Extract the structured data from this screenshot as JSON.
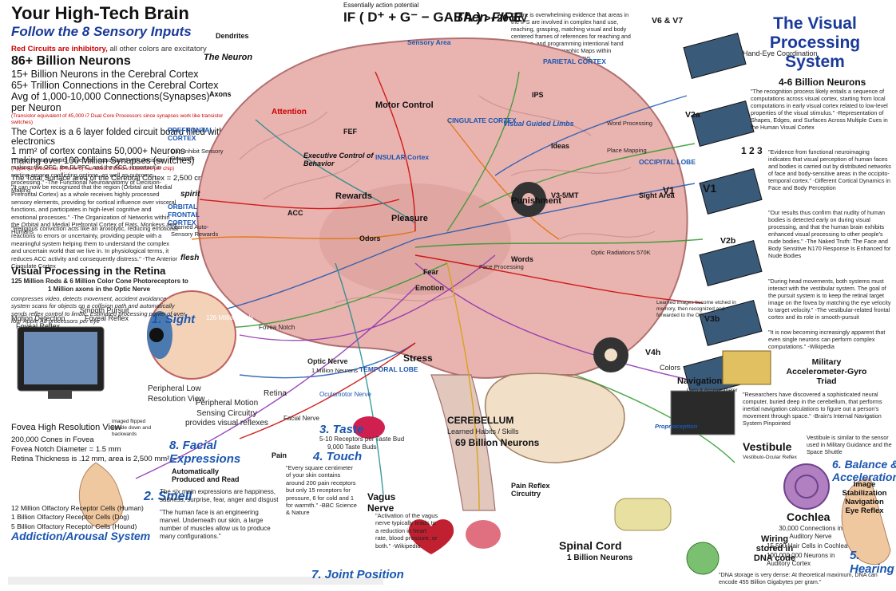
{
  "header": {
    "title": "Your High-Tech Brain",
    "subtitle": "Follow the 8 Sensory Inputs",
    "circuits_note_red": "Red Circuits are inhibitory,",
    "circuits_note_rest": " all other colors are excitatory",
    "neurons_total": "86+ Billion Neurons",
    "cortex_neurons": "15+ Billion Neurons in the Cerebral Cortex",
    "connections": "65+ Trillion Connections in the Cerebral Cortex",
    "avg_connections": "Avg of 1,000-10,000 Connections(Synapses) per Neuron",
    "transistor_note": "(Transistor equivalent of 45,000 i7 Dual Core Processors since synapses work like transistor switches)",
    "cortex_layers": "The Cortex is a 6 layer folded circuit board filled with electronics",
    "cortex_mm": "1 mm² of cortex contains 50,000+ Neurons",
    "synapses_line": "making over 100 Million Synapses (switches)",
    "apple_note": "(Apple A8 processor (iPhone 6) has about 2 Billion transistors per chip)",
    "surface_area": "The Total Surface area of the Cerebral Cortex = 2,500 cm"
  },
  "equation": {
    "prefix": "IF",
    "formula": "( D⁺ + G⁻ − GABA )",
    "result": ">+20 mV",
    "then": "Then FIRE",
    "essentially": "Essentially action potential"
  },
  "left_quotes": {
    "prefrontal_quote": "\"Three frontal circuits have been associated with decision making: the OFC, the DLPFC, and the ACC, important in sorting among conflicting options, as well as outcome-processing.\" -The Functional Neuroanatomy of Decision-Making",
    "orbital_quote": "\"It can now be recognized that the region (Orbital and Medial Prefrontal Cortex) as a whole receives highly processed sensory elements, providing for cortical influence over visceral functions, and participates in high-level cognitive and emotional processes.\" -The Organization of Networks within the Orbital and Medial Prefrontal Cortex of Rats, Monkeys and Humans",
    "religious_quote": "\"Religious conviction acts like an anxiolytic, reducing emotional reactions to errors or uncertainty, providing people with a meaningful system helping them to understand the complex and uncertain world that we live in. In physiological terms, it reduces ACC activity and consequently distress.\" -The Anterior Cingulate Cortex"
  },
  "retina": {
    "heading": "Visual Processing in the Retina",
    "rods_line": "125 Million Rods & 6 Million Color Cone Photoreceptors to",
    "optic_line": "1 Million axons in the Optic Nerve",
    "desc": "compresses video, detects movement, accident avoidance system scans for objects on a collision path and automatically sends reflex control to limbic. Estimated processing power of over four Apple A8 processors per eye",
    "motion": "Motion Detection",
    "foveal": "Foveal Reflex",
    "smooth": "Smooth Pursuit",
    "smooth2": "Foveal Reflex",
    "sight": "1. Sight",
    "periph_low": "Peripheral Low",
    "periph_low2": "Resolution View",
    "periph_motion": "Peripheral Motion",
    "periph_motion2": "Sensing Circuitry",
    "periph_motion3": "provides visual reflexes",
    "retina": "Retina",
    "fovea_high": "Fovea High Resolution View",
    "cones": "200,000 Cones in Fovea",
    "notch": "Fovea Notch Diameter = 1.5 mm",
    "thickness": "Retina Thickness is .12 mm, area is 2,500 mm²",
    "flipped": "imaged flipped upside down and backwards",
    "mm_rods": "126 Million Rods",
    "fovea_notch": "Fovea Notch"
  },
  "senses": {
    "smell": "2. Smell",
    "smell_lines": [
      "12 Million Olfactory Receptor Cells (Human)",
      "1 Billion Olfactory Receptor Cells (Dog)",
      "5 Billion Olfactory Receptor Cells (Hound)"
    ],
    "taste": "3. Taste",
    "taste_sub": "5-10 Receptors per Taste Bud",
    "taste_sub2": "9,000 Taste Buds",
    "touch": "4. Touch",
    "touch_quote": "\"Every square centimeter of your skin contains around 200 pain receptors but only 15 receptors for pressure, 6 for cold and 1 for warmth.\" -BBC Science & Nature",
    "balance": "6. Balance &",
    "balance2": "Acceleration",
    "hearing": "5. Hearing",
    "joint": "7. Joint Position",
    "facial": "8. Facial",
    "facial2": "Expressions",
    "facial_auto": "Automatically",
    "facial_auto2": "Produced and Read",
    "facial_desc": "The six main expressions are happiness, sadness, surprise, fear, anger and disgust",
    "facial_quote": "\"The human face is an engineering marvel. Underneath our skin, a large number of muscles allow us to produce many configurations.\"",
    "addiction": "Addiction/Arousal System",
    "pain": "Pain"
  },
  "brain": {
    "neuron": "The Neuron",
    "dendrites": "Dendrites",
    "axons": "Axons",
    "prefrontal": "PREFRONTAL CORTEX",
    "prefrontal_sub": "Can Inhibit Sensory Rewards",
    "spirit": "spirit",
    "orbital": "ORBITAL FRONTAL CORTEX",
    "orbital_sub": "Learned Auto-Sensory Rewards",
    "flesh": "flesh",
    "attention": "Attention",
    "motor": "Motor Control",
    "insular": "INSULAR Cortex",
    "exec": "Executive Control of Behavior",
    "rewards": "Rewards",
    "pleasure": "Pleasure",
    "punishment": "Punishment",
    "odors": "Odors",
    "emotion": "Emotion",
    "fear": "Fear",
    "stress": "Stress",
    "temporal": "TEMPORAL LOBE",
    "parietal": "PARIETAL CORTEX",
    "occipital": "OCCIPITAL LOBE",
    "cingulate": "CINGULATE CORTEX",
    "sensory_area": "Sensory Area",
    "sight_area": "Sight Area",
    "visual_guided": "Visual Guided Limbs",
    "ideas": "Ideas",
    "word_proc": "Word Processing",
    "face_proc": "Face Processing",
    "place_mapping": "Place Mapping",
    "optic_rad": "Optic Radiations 570K",
    "v35": "V3-5/MT",
    "v1": "V1",
    "ips": "IPS",
    "fef": "FEF",
    "acc": "ACC",
    "words": "Words",
    "optic_nerve": "Optic Nerve",
    "optic_nerve_sub": "1 Million Neurons",
    "facial_nerve": "Facial Nerve",
    "oculomotor": "Oculomotor Nerve",
    "vagus": "Vagus Nerve",
    "vagus_quote": "\"Activation of the vagus nerve typically leads to a reduction in heart rate, blood pressure, or both.\" -Wikipedia",
    "cerebellum": "CEREBELLUM",
    "cerebellum_sub": "Learned Habits / Skills",
    "cerebellum_neurons": "69 Billion Neurons",
    "spinal": "Spinal Cord",
    "spinal_sub": "1 Billion Neurons",
    "pain_reflex": "Pain Reflex",
    "pain_reflex2": "Circuitry",
    "dna": "Wiring stored in DNA code",
    "dna_quote": "\"DNA storage is very dense: At theoretical maximum, DNA can encode 455 Billion Gigabytes per gram.\"",
    "proprio": "Proprioception"
  },
  "visual_system": {
    "title": "The Visual Processing System",
    "neurons": "4-6 Billion Neurons",
    "v6v7": "V6 & V7",
    "hand_eye": "Hand-Eye Coordination",
    "v2a": "V2a",
    "v1": "V1",
    "v2b": "V2b",
    "v3b": "V3b",
    "v4h": "V4h",
    "colors": "Colors",
    "counts": "1 2 3",
    "quote1": "\"The recognition process likely entails a sequence of computations across visual cortex, starting from local computations in early visual cortex related to low-level properties of the visual stimulus.\" -Representation of Shapes, Edges, and Surfaces Across Multiple Cues in the Human Visual Cortex",
    "quote2": "\"Evidence from functional neuroimaging indicates that visual perception of human faces and bodies is carried out by distributed networks of face and body-sensitive areas in the occipito-temporal cortex.\" -Different Cortical Dynamics in Face and Body Perception",
    "quote3": "\"Our results thus confirm that nudity of human bodies is detected early on during visual processing, and that the human brain exhibits enhanced visual processing to other people's nude bodies.\" -The Naked Truth: The Face and Body Sensitive N170 Response Is Enhanced for Nude Bodies",
    "quote4": "\"During head movements, both systems must interact with the vestibular system. The goal of the pursuit system is to keep the retinal target image on the fovea by matching the eye velocity to target velocity.\" -The vestibular-related frontal cortex and its role in smooth-pursuit",
    "quote5": "\"It is now becoming increasingly apparent that even single neurons can perform complex computations.\" -Wikipedia",
    "learned_images": "Learned images become etched in memory, then recognized and forwarded to the OFC",
    "military": "Military Accelerometer-Gyro Triad",
    "navigation": "Navigation",
    "gyro": "Gyro & Accelerometer",
    "researchers": "\"Researchers have discovered a sophisticated neural computer, buried deep in the cerebellum, that performs inertial navigation calculations to figure out a person's movement through space.\" -Brain's Internal Navigation System Pinpointed",
    "vestibule": "Vestibule",
    "vestibule_sub": "Vestibulo-Ocular Reflex",
    "vestibule_note": "Vestibule is similar to the sensor used in Military Guidance and the Space Shuttle",
    "image_stab": "Image Stabilization",
    "image_stab2": "Navigation",
    "eye_reflex": "Eye Reflex",
    "cochlea": "Cochlea",
    "cochlea_sub": "30,000 Connections in Auditory Nerve",
    "hair_cells": "15,500 Hair Cells in Cochlea",
    "aud_neurons": "100,000,000 Neurons in Auditory Cortex"
  },
  "top_quote": "\"There is overwhelming evidence that areas in the IPS are involved in complex hand use, reaching, grasping, matching visual and body centered frames of references for reaching and grasping, and programming intentional hand movements.\" -Topographic Maps within Brodmann's Area 5 of Monkeys",
  "colors": {
    "accent_blue": "#1a3a9a",
    "inhibitory_red": "#cc0000",
    "brain_pink": "#e9b3b0"
  }
}
